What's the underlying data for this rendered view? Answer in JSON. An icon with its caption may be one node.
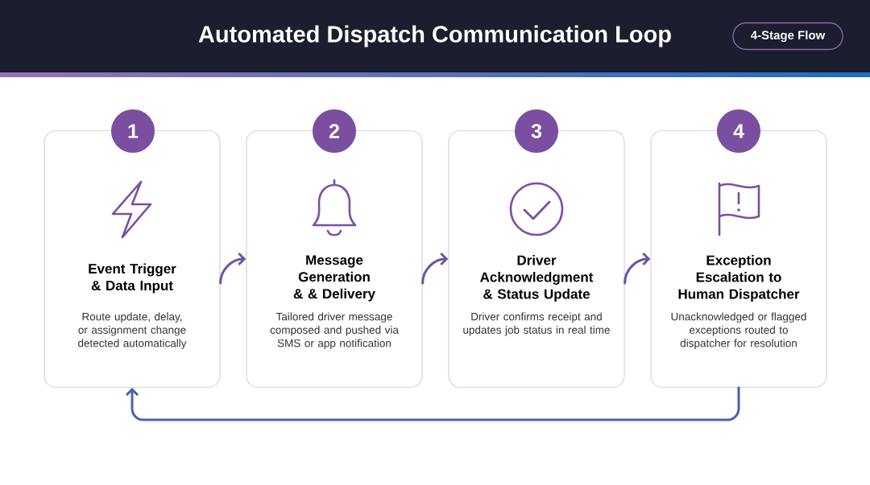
{
  "diagram": {
    "title": "Automated Dispatch Communication Loop",
    "nodes": [
      {
        "text": [
          "4-Stage Flow"
        ]
      },
      {
        "text": [
          "Event Trigger & Data Input",
          "Route update, delay, or assignment change detected automatically"
        ]
      },
      {
        "text": [
          "Message Generation & & Delivery",
          "Tailored driver message composed and pushed via SMS or app notification"
        ]
      },
      {
        "text": [
          "Driver Acknowledgment & Status Update",
          "Driver confirms receipt and updates job status in real time"
        ]
      },
      {
        "text": [
          "Exception Escalation to Human Dispatcher",
          "Unacknowledged or flagged exceptions routed to dispatcher for resolution"
        ]
      },
      {
        "text": [
          "1"
        ]
      },
      {
        "text": [
          "2"
        ]
      },
      {
        "text": [
          "3"
        ]
      },
      {
        "text": [
          "4"
        ]
      }
    ],
    "edges": [
      {
        "from": 1,
        "to": 2,
        "arrow": "to"
      },
      {
        "from": 2,
        "to": 3,
        "arrow": "to"
      },
      {
        "from": 3,
        "to": 4,
        "arrow": "to"
      },
      {
        "from": 4,
        "to": 1,
        "arrow": "to",
        "color": "#4a5fb0"
      }
    ]
  }
}
